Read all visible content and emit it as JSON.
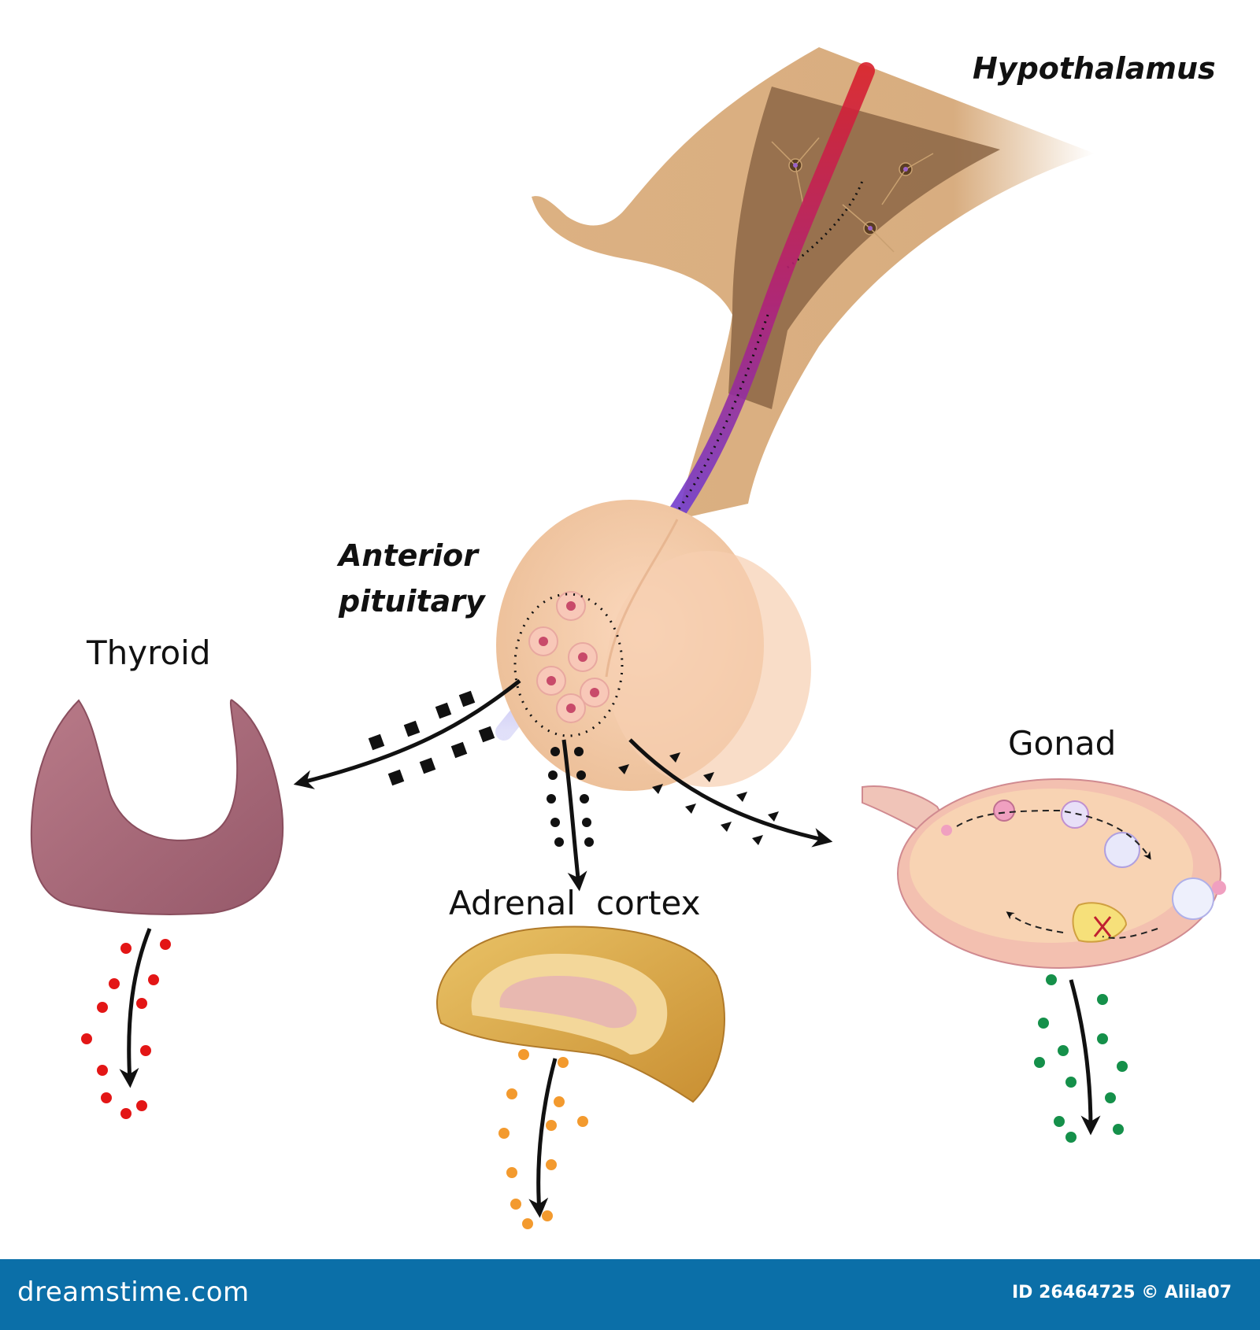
{
  "labels": {
    "hypothalamus": "Hypothalamus",
    "anterior_pituitary_line1": "Anterior",
    "anterior_pituitary_line2": "pituitary",
    "thyroid": "Thyroid",
    "adrenal": "Adrenal",
    "cortex": "cortex",
    "gonad": "Gonad"
  },
  "footer": {
    "site": "dreamstime.com",
    "credit": "ID 26464725 © Alila07"
  },
  "colors": {
    "footer_bg": "#0b6fa8",
    "tissue": "#dcb182",
    "tissue_dark": "#8c6645",
    "pituitary": "#f2c8a4",
    "thyroid": "#a86a78",
    "adrenal": "#d9a94a",
    "gonad": "#f3c5a5",
    "hormone_thyroid": "#e31616",
    "hormone_adrenal": "#f39a2e",
    "hormone_gonad": "#15904a",
    "vessel_red": "#d8202c",
    "vessel_blue": "#5a56e0"
  },
  "icons": {
    "square_marker": "square-hormone-icon",
    "circle_marker": "circle-hormone-icon",
    "triangle_marker": "triangle-hormone-icon"
  }
}
